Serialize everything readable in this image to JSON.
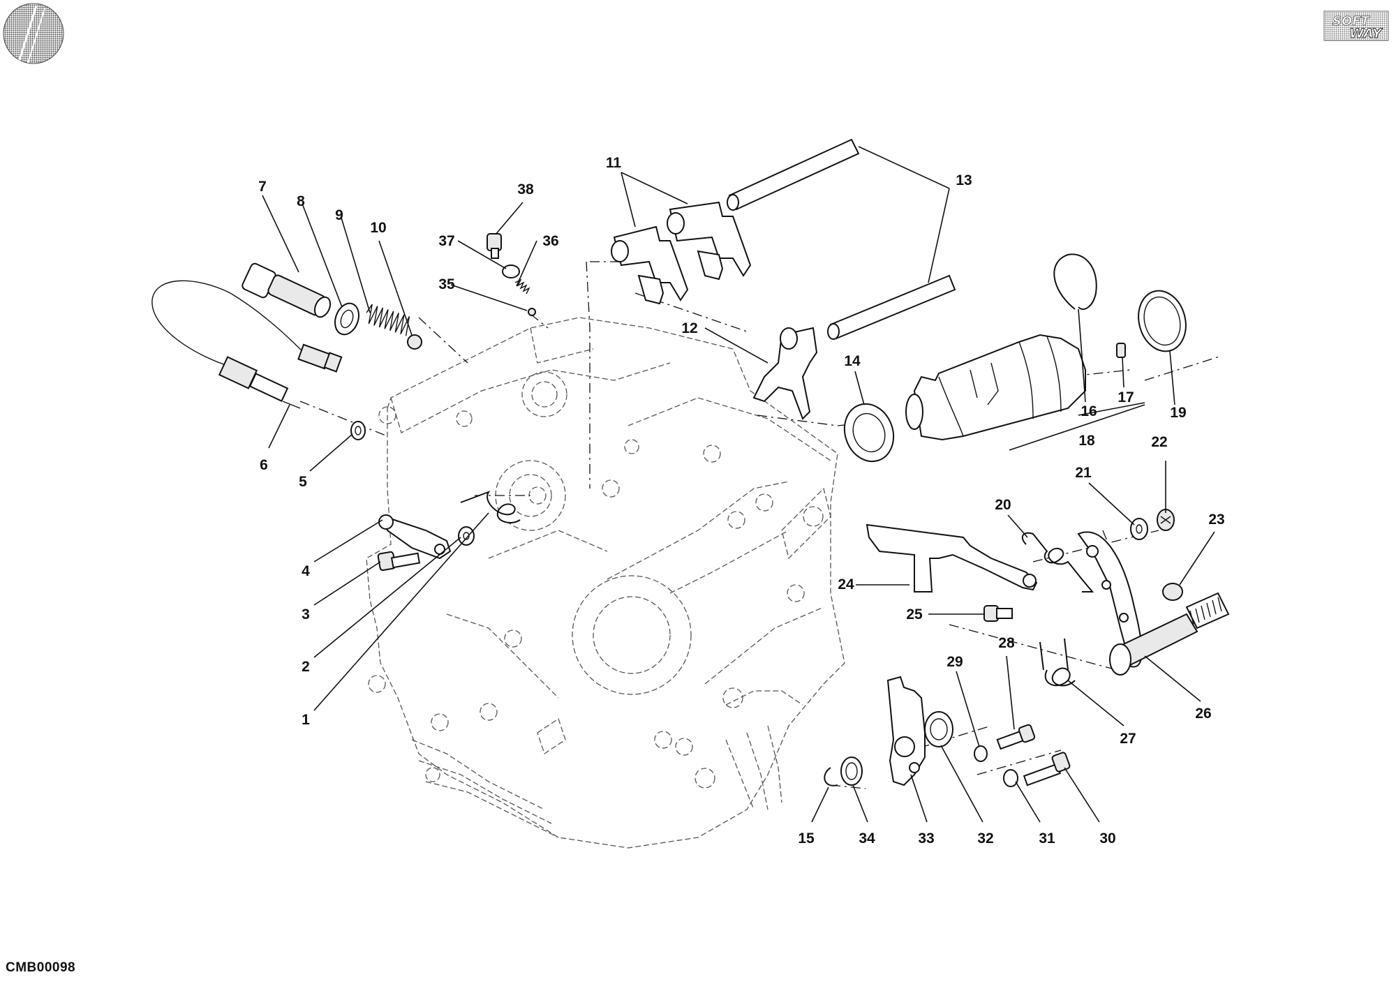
{
  "document_code": "CMB00098",
  "logo": {
    "line1": "SOFT",
    "line2": "WAY"
  },
  "callouts": [
    "1",
    "2",
    "3",
    "4",
    "5",
    "6",
    "7",
    "8",
    "9",
    "10",
    "11",
    "12",
    "13",
    "14",
    "15",
    "16",
    "17",
    "18",
    "19",
    "20",
    "21",
    "22",
    "23",
    "24",
    "25",
    "26",
    "27",
    "28",
    "29",
    "30",
    "31",
    "32",
    "33",
    "34",
    "35",
    "36",
    "37",
    "38"
  ]
}
